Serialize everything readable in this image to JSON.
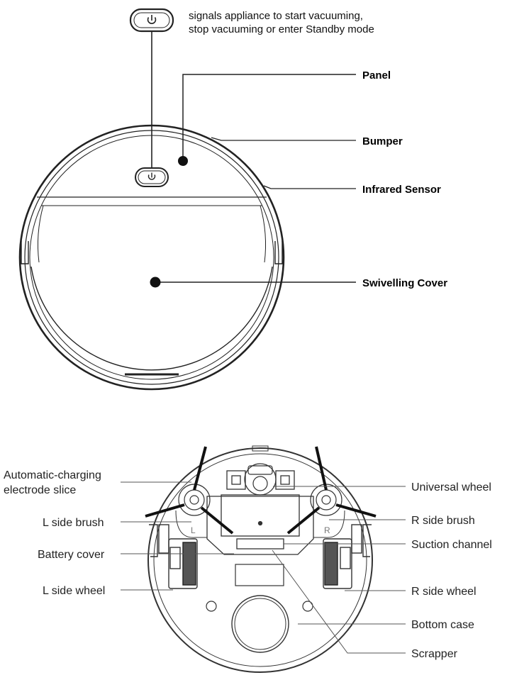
{
  "top_view": {
    "note_lines": [
      "signals appliance to start vacuuming,",
      "stop vacuuming or enter Standby mode"
    ],
    "labels": {
      "panel": "Panel",
      "bumper": "Bumper",
      "infrared_sensor": "Infrared Sensor",
      "swivelling_cover": "Swivelling Cover"
    }
  },
  "bottom_view": {
    "left_labels": {
      "charging_line1": "Automatic-charging",
      "charging_line2": "electrode slice",
      "l_side_brush": "L side brush",
      "battery_cover": "Battery cover",
      "l_side_wheel": "L side wheel"
    },
    "right_labels": {
      "universal_wheel": "Universal wheel",
      "r_side_brush": "R side brush",
      "suction_channel": "Suction channel",
      "r_side_wheel": "R side wheel",
      "bottom_case": "Bottom case",
      "scrapper": "Scrapper"
    },
    "wheel_marks": {
      "left": "L",
      "right": "R"
    }
  }
}
